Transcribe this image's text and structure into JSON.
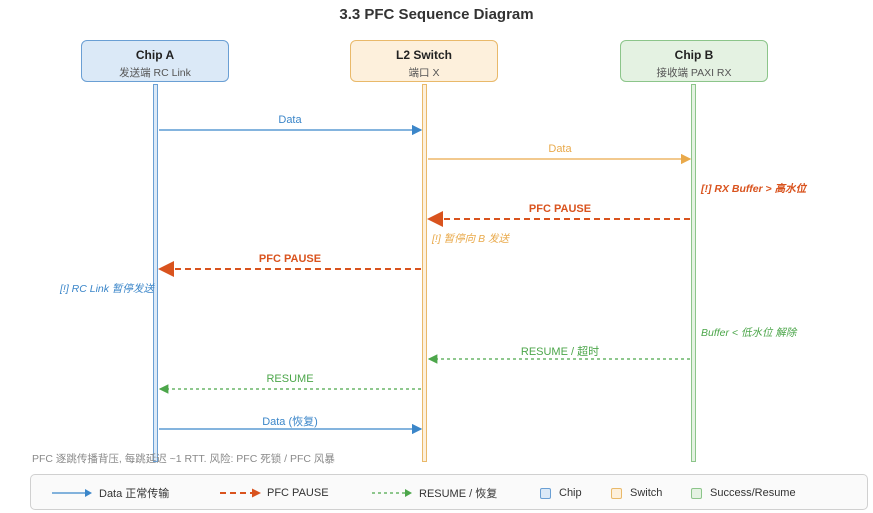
{
  "title": "3.3 PFC Sequence Diagram",
  "participants": [
    {
      "name": "Chip A",
      "sub": "发送端 RC Link"
    },
    {
      "name": "L2 Switch",
      "sub": "端口 X"
    },
    {
      "name": "Chip B",
      "sub": "接收端 PAXI RX"
    }
  ],
  "messages": [
    {
      "label": "Data",
      "from": "Chip A",
      "to": "L2 Switch",
      "style": "data"
    },
    {
      "label": "Data",
      "from": "L2 Switch",
      "to": "Chip B",
      "style": "data"
    },
    {
      "label": "PFC PAUSE",
      "from": "Chip B",
      "to": "L2 Switch",
      "style": "pause"
    },
    {
      "label": "PFC PAUSE",
      "from": "L2 Switch",
      "to": "Chip A",
      "style": "pause"
    },
    {
      "label": "RESUME / 超时",
      "from": "Chip B",
      "to": "L2 Switch",
      "style": "resume"
    },
    {
      "label": "RESUME",
      "from": "L2 Switch",
      "to": "Chip A",
      "style": "resume"
    },
    {
      "label": "Data (恢复)",
      "from": "Chip A",
      "to": "L2 Switch",
      "style": "data"
    }
  ],
  "notes": {
    "rx_buffer_high": "[!] RX Buffer > 高水位",
    "switch_pause": "[!] 暂停向 B 发送",
    "rc_link_pause": "[!] RC Link 暂停发送",
    "buffer_low": "Buffer < 低水位 解除"
  },
  "footnote": "PFC 逐跳传播背压, 每跳延迟 ~1 RTT. 风险: PFC 死锁 / PFC 风暴",
  "legend": {
    "data": "Data 正常传输",
    "pause": "PFC PAUSE",
    "resume": "RESUME / 恢复",
    "chip": "Chip",
    "switch": "Switch",
    "success": "Success/Resume"
  },
  "colors": {
    "data": "#3b86c9",
    "pause": "#d9531e",
    "resume": "#4ca64a",
    "switch": "#e9a94a"
  }
}
